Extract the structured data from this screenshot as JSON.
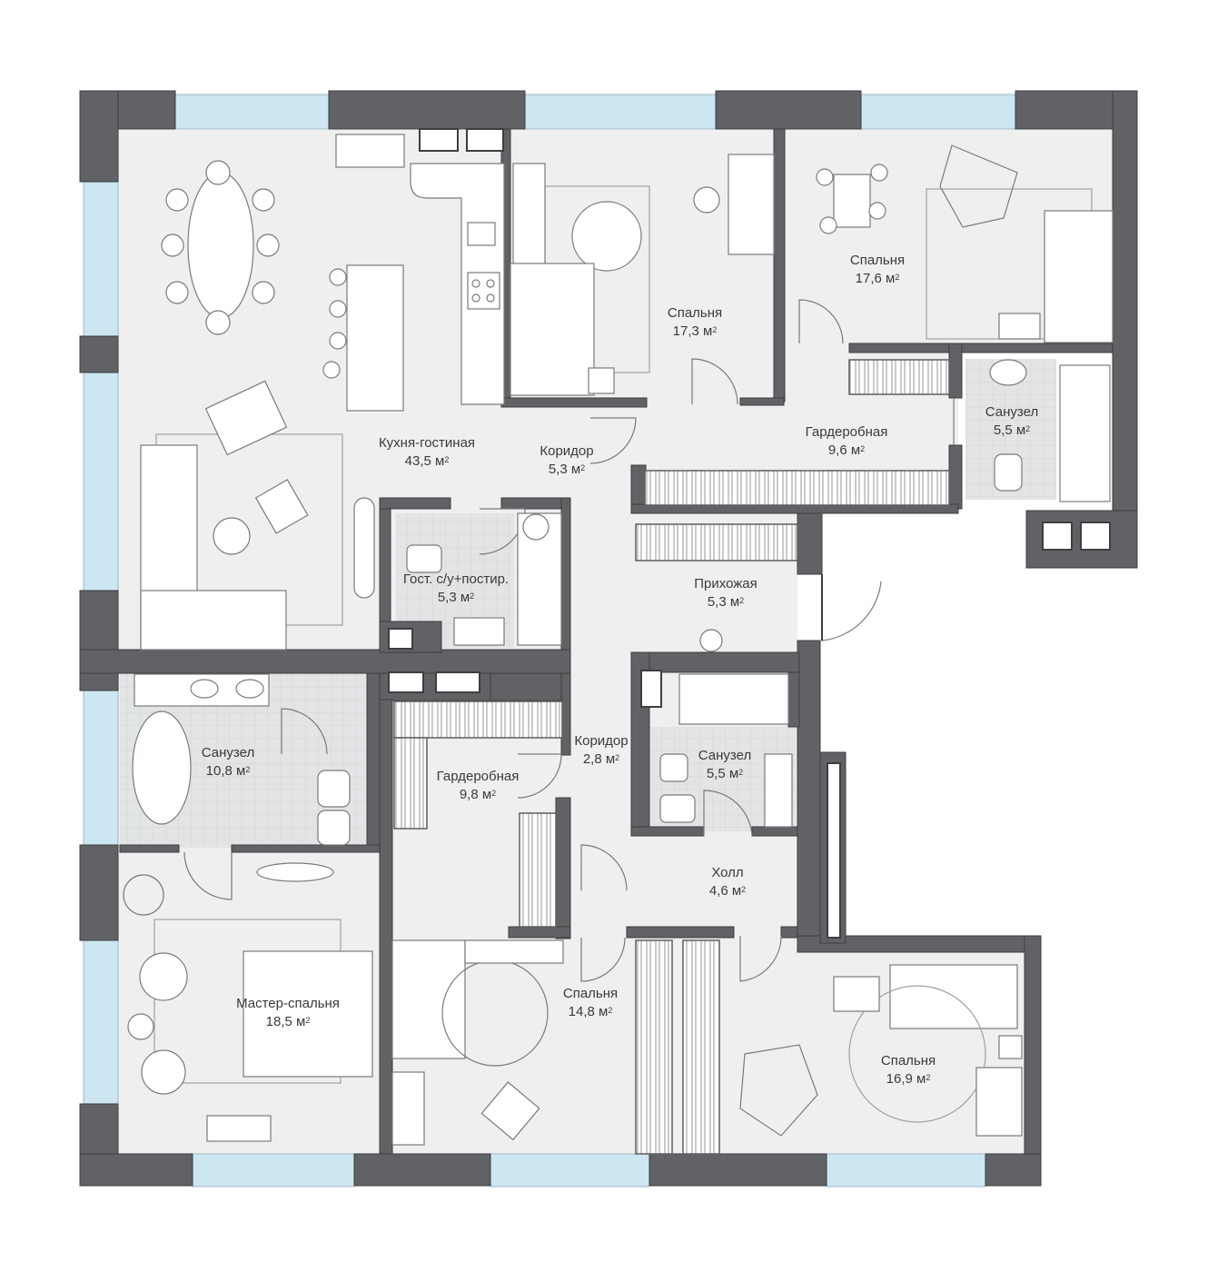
{
  "plan": {
    "colors": {
      "wall": "#606265",
      "wall_edge": "#3c3e40",
      "floor": "#efefef",
      "wet_floor": "#e1e2e3",
      "window": "#cde7f2",
      "furniture_stroke": "#7a7a7a"
    },
    "unit_text": "м",
    "unit_power": "2",
    "rooms": [
      {
        "id": "kitchen-living",
        "name": "Кухня-гостиная",
        "area": "43,5"
      },
      {
        "id": "bedroom-a",
        "name": "Спальня",
        "area": "17,3"
      },
      {
        "id": "bedroom-b",
        "name": "Спальня",
        "area": "17,6"
      },
      {
        "id": "corridor-a",
        "name": "Коридор",
        "area": "5,3"
      },
      {
        "id": "wardrobe-a",
        "name": "Гардеробная",
        "area": "9,6"
      },
      {
        "id": "bath-a",
        "name": "Санузел",
        "area": "5,5"
      },
      {
        "id": "guest-wc",
        "name": "Гост. с/у+постир.",
        "area": "5,3"
      },
      {
        "id": "entrance",
        "name": "Прихожая",
        "area": "5,3"
      },
      {
        "id": "bath-master",
        "name": "Санузел",
        "area": "10,8"
      },
      {
        "id": "corridor-b",
        "name": "Коридор",
        "area": "2,8"
      },
      {
        "id": "bath-b",
        "name": "Санузел",
        "area": "5,5"
      },
      {
        "id": "wardrobe-b",
        "name": "Гардеробная",
        "area": "9,8"
      },
      {
        "id": "hall",
        "name": "Холл",
        "area": "4,6"
      },
      {
        "id": "master-bedroom",
        "name": "Мастер-спальня",
        "area": "18,5"
      },
      {
        "id": "bedroom-c",
        "name": "Спальня",
        "area": "14,8"
      },
      {
        "id": "bedroom-d",
        "name": "Спальня",
        "area": "16,9"
      }
    ]
  }
}
